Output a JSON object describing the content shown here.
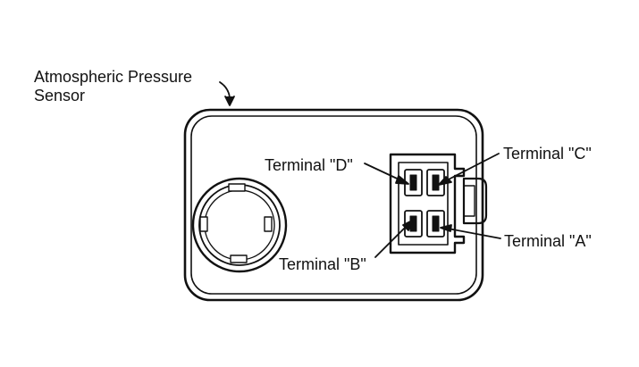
{
  "labels": {
    "sensor_line1": "Atmospheric Pressure",
    "sensor_line2": "Sensor",
    "terminal_d": "Terminal \"D\"",
    "terminal_c": "Terminal \"C\"",
    "terminal_b": "Terminal \"B\"",
    "terminal_a": "Terminal \"A\""
  },
  "colors": {
    "line": "#111111",
    "background": "#ffffff"
  }
}
